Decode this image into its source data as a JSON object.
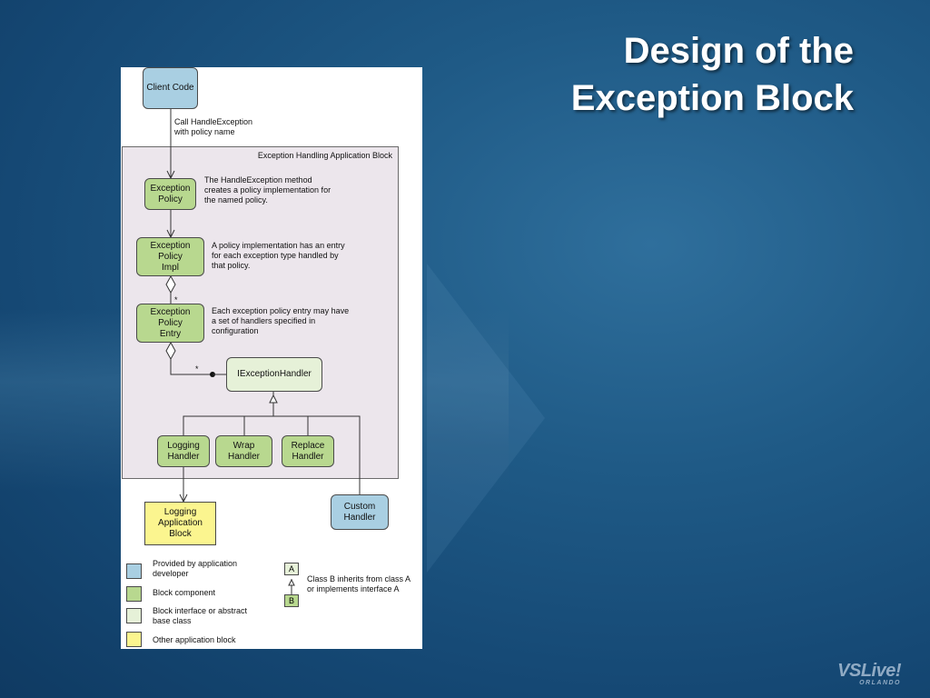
{
  "slide": {
    "title_line1": "Design of the",
    "title_line2": "Exception Block",
    "colors": {
      "background": "#1f5a86",
      "title": "#ffffff"
    }
  },
  "diagram": {
    "client_code": "Client Code",
    "call_note": "Call HandleException\nwith policy name",
    "region_title": "Exception Handling Application Block",
    "exception_policy": "Exception\nPolicy",
    "exception_policy_note": "The HandleException method\ncreates a policy implementation for\nthe named policy.",
    "exception_policy_impl": "Exception\nPolicy\nImpl",
    "impl_note": "A policy implementation has an entry\nfor each exception type handled by\nthat policy.",
    "exception_policy_entry": "Exception\nPolicy\nEntry",
    "entry_note": "Each exception policy entry may have\na set of handlers specified in\nconfiguration",
    "iexception_handler": "IExceptionHandler",
    "logging_handler": "Logging\nHandler",
    "wrap_handler": "Wrap\nHandler",
    "replace_handler": "Replace\nHandler",
    "custom_handler": "Custom\nHandler",
    "logging_block": "Logging\nApplication\nBlock",
    "multiplicity_1": "*",
    "multiplicity_2": "*",
    "colors": {
      "provided_by_developer": "#a9cfe2",
      "block_component": "#b8d88f",
      "interface_or_abstract": "#e6f1d8",
      "other_block": "#fbf58f",
      "region": "#ece6ec"
    }
  },
  "legend": {
    "items": [
      {
        "label": "Provided by application\ndeveloper",
        "color": "#a9cfe2"
      },
      {
        "label": "Block component",
        "color": "#b8d88f"
      },
      {
        "label": "Block interface or abstract\nbase class",
        "color": "#e6f1d8"
      },
      {
        "label": "Other application block",
        "color": "#fbf58f"
      }
    ],
    "inherit_a": "A",
    "inherit_b": "B",
    "inherit_text": "Class B inherits from class A\nor implements interface A"
  },
  "logo": {
    "main": "VSLive!",
    "sub": "ORLANDO"
  }
}
